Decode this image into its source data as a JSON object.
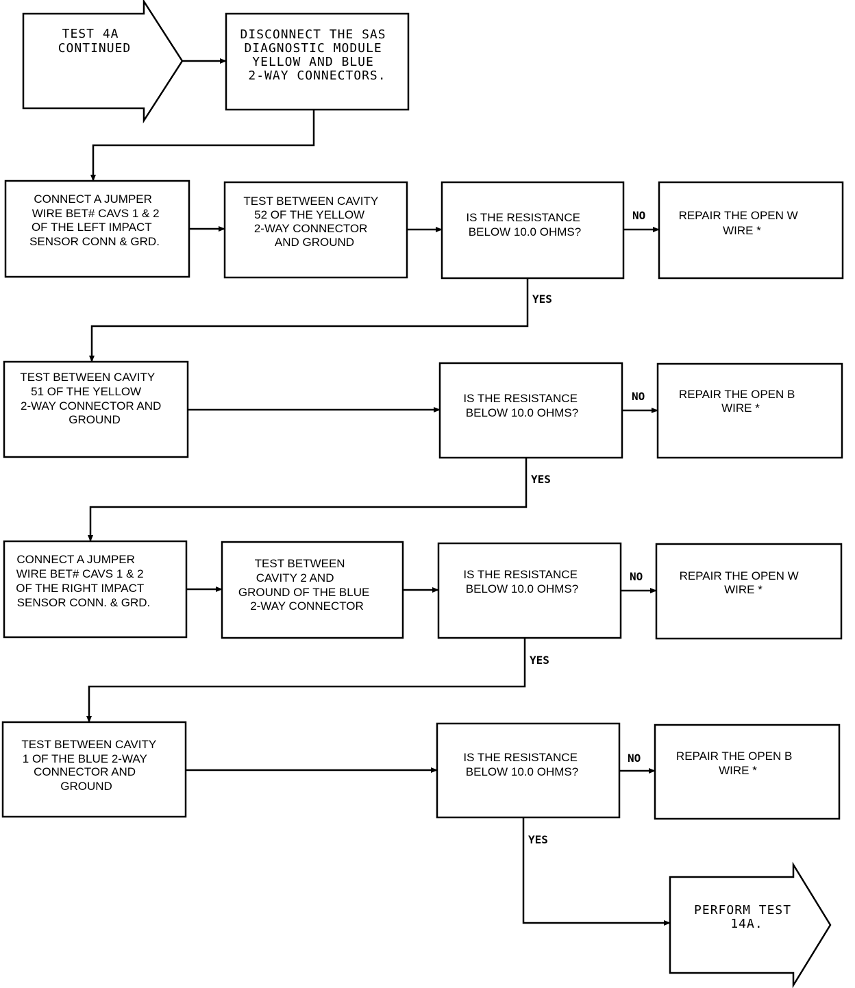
{
  "start": {
    "lines": [
      "TEST 4A",
      "CONTINUED"
    ]
  },
  "disconnect": {
    "lines": [
      "DISCONNECT THE SAS",
      "DIAGNOSTIC MODULE",
      "YELLOW AND BLUE",
      "2-WAY CONNECTORS."
    ]
  },
  "row1": {
    "jumper": {
      "lines": [
        "CONNECT A JUMPER",
        "WIRE BET# CAVS  1 & 2",
        "OF THE LEFT IMPACT",
        "SENSOR  CONN & GRD."
      ]
    },
    "test": {
      "lines": [
        "TEST BETWEEN  CAVITY",
        "52 OF THE YELLOW",
        "2-WAY CONNECTOR",
        "AND  GROUND"
      ]
    },
    "question": {
      "lines": [
        "IS THE RESISTANCE",
        "BELOW 10.0 OHMS?"
      ]
    },
    "no_label": "NO",
    "repair": {
      "lines": [
        "REPAIR THE OPEN W",
        "WIRE *"
      ]
    },
    "yes_label": "YES"
  },
  "row2": {
    "test": {
      "lines": [
        "TEST BETWEEN CAVITY",
        "51 OF THE YELLOW",
        "2-WAY CONNECTOR AND",
        "GROUND"
      ]
    },
    "question": {
      "lines": [
        "IS THE RESISTANCE",
        "BELOW 10.0 OHMS?"
      ]
    },
    "no_label": "NO",
    "repair": {
      "lines": [
        "REPAIR THE OPEN B",
        "WIRE *"
      ]
    },
    "yes_label": "YES"
  },
  "row3": {
    "jumper": {
      "lines": [
        "CONNECT A JUMPER",
        "WIRE BET# CAVS 1 & 2",
        "OF THE RIGHT IMPACT",
        "SENSOR CONN. & GRD."
      ]
    },
    "test": {
      "lines": [
        "TEST BETWEEN",
        "CAVITY 2 AND",
        "GROUND OF THE BLUE",
        "2-WAY CONNECTOR"
      ]
    },
    "question": {
      "lines": [
        "IS THE RESISTANCE",
        "BELOW 10.0 OHMS?"
      ]
    },
    "no_label": "NO",
    "repair": {
      "lines": [
        "REPAIR THE OPEN W",
        "WIRE *"
      ]
    },
    "yes_label": "YES"
  },
  "row4": {
    "test": {
      "lines": [
        "TEST BETWEEN CAVITY",
        "1 OF THE BLUE 2-WAY",
        "CONNECTOR AND",
        "GROUND"
      ]
    },
    "question": {
      "lines": [
        "IS THE RESISTANCE",
        "BELOW 10.0 OHMS?"
      ]
    },
    "no_label": "NO",
    "repair": {
      "lines": [
        "REPAIR THE OPEN B",
        "WIRE *"
      ]
    },
    "yes_label": "YES"
  },
  "end": {
    "lines": [
      "PERFORM TEST",
      "14A."
    ]
  }
}
